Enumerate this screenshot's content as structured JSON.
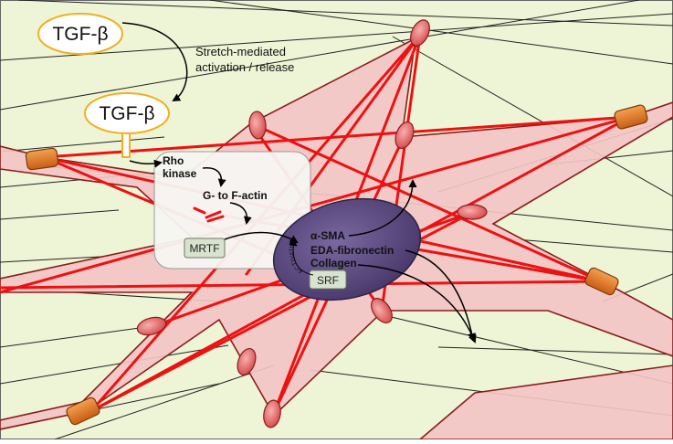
{
  "colors": {
    "background": "#eef5d6",
    "cell_fill": "#f2c4c4",
    "cell_stroke": "#8a1c1c",
    "stress_fiber": "#ee1111",
    "nucleus_fill": "#5c4a80",
    "focal_adhesion": "#e87a2a",
    "integrin": "#e97070",
    "tgf_border": "#f0b020",
    "cytoplasm_box": "#f6f6f2",
    "tf_box": "#d8e3cf"
  },
  "labels": {
    "tgf_top": "TGF-β",
    "tgf_bound": "TGF-β",
    "stretch_line1": "Stretch-mediated",
    "stretch_line2": "activation / release",
    "rho_line1": "Rho",
    "rho_line2": "kinase",
    "g_to_f": "G- to F-actin",
    "mrtf": "MRTF",
    "srf": "SRF",
    "alpha_sma": "α-SMA",
    "eda_fibronectin": "EDA-fibronectin",
    "collagen": "Collagen",
    "activation": "ACTIVATION"
  }
}
